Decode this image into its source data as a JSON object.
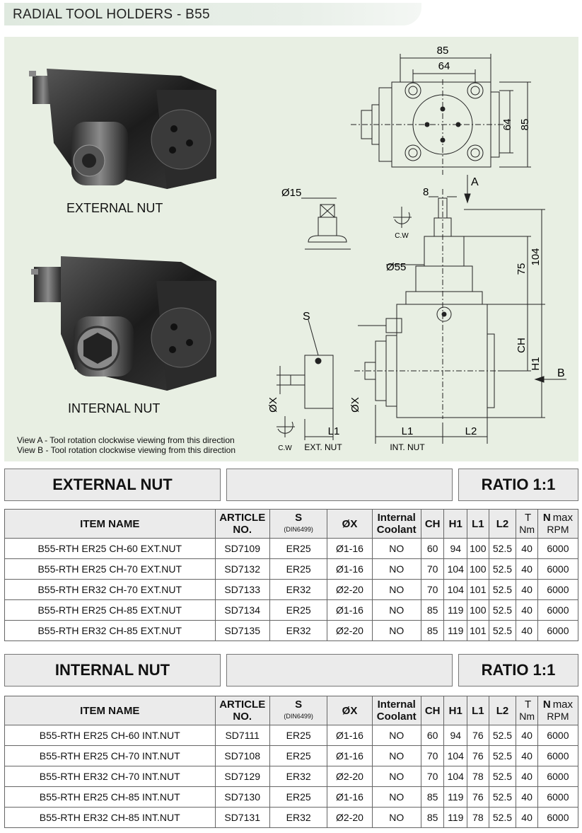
{
  "header": {
    "title": "RADIAL TOOL HOLDERS - B55"
  },
  "figure": {
    "caption_external": "EXTERNAL NUT",
    "caption_internal": "INTERNAL NUT",
    "note_view_a": "View A - Tool rotation clockwise viewing from this direction",
    "note_view_b": "View B - Tool rotation clockwise viewing from this direction",
    "dims": {
      "d85_top": "85",
      "d64_top": "64",
      "d64_side": "64",
      "d85_side": "85",
      "d15": "Ø15",
      "d8": "8",
      "view_a": "A",
      "cw1": "C.W",
      "d55": "Ø55",
      "d75": "75",
      "d104": "104",
      "s": "S",
      "ch": "CH",
      "h1": "H1",
      "view_b": "B",
      "ox1": "ØX",
      "ox2": "ØX",
      "l1_ext": "L1",
      "l1_int": "L1",
      "l2": "L2",
      "cw2": "C.W",
      "ext_nut": "EXT. NUT",
      "int_nut": "INT. NUT"
    }
  },
  "tables": [
    {
      "section_label": "EXTERNAL NUT",
      "ratio_label": "RATIO 1:1",
      "headers": {
        "item": "ITEM NAME",
        "article_1": "ARTICLE",
        "article_2": "NO.",
        "s": "S",
        "s_sub": "(DIN6499)",
        "ox": "ØX",
        "coolant_1": "Internal",
        "coolant_2": "Coolant",
        "ch": "CH",
        "h1": "H1",
        "l1": "L1",
        "l2": "L2",
        "t": "T",
        "t_sub": "Nm",
        "n": "N",
        "n_max": "max",
        "n_sub": "RPM"
      },
      "rows": [
        [
          "B55-RTH ER25 CH-60 EXT.NUT",
          "SD7109",
          "ER25",
          "Ø1-16",
          "NO",
          "60",
          "94",
          "100",
          "52.5",
          "40",
          "6000"
        ],
        [
          "B55-RTH ER25 CH-70 EXT.NUT",
          "SD7132",
          "ER25",
          "Ø1-16",
          "NO",
          "70",
          "104",
          "100",
          "52.5",
          "40",
          "6000"
        ],
        [
          "B55-RTH ER32 CH-70 EXT.NUT",
          "SD7133",
          "ER32",
          "Ø2-20",
          "NO",
          "70",
          "104",
          "101",
          "52.5",
          "40",
          "6000"
        ],
        [
          "B55-RTH ER25 CH-85 EXT.NUT",
          "SD7134",
          "ER25",
          "Ø1-16",
          "NO",
          "85",
          "119",
          "100",
          "52.5",
          "40",
          "6000"
        ],
        [
          "B55-RTH ER32 CH-85 EXT.NUT",
          "SD7135",
          "ER32",
          "Ø2-20",
          "NO",
          "85",
          "119",
          "101",
          "52.5",
          "40",
          "6000"
        ]
      ]
    },
    {
      "section_label": "INTERNAL NUT",
      "ratio_label": "RATIO 1:1",
      "headers": {
        "item": "ITEM NAME",
        "article_1": "ARTICLE",
        "article_2": "NO.",
        "s": "S",
        "s_sub": "(DIN6499)",
        "ox": "ØX",
        "coolant_1": "Internal",
        "coolant_2": "Coolant",
        "ch": "CH",
        "h1": "H1",
        "l1": "L1",
        "l2": "L2",
        "t": "T",
        "t_sub": "Nm",
        "n": "N",
        "n_max": "max",
        "n_sub": "RPM"
      },
      "rows": [
        [
          "B55-RTH ER25 CH-60 INT.NUT",
          "SD7111",
          "ER25",
          "Ø1-16",
          "NO",
          "60",
          "94",
          "76",
          "52.5",
          "40",
          "6000"
        ],
        [
          "B55-RTH ER25 CH-70 INT.NUT",
          "SD7108",
          "ER25",
          "Ø1-16",
          "NO",
          "70",
          "104",
          "76",
          "52.5",
          "40",
          "6000"
        ],
        [
          "B55-RTH ER32 CH-70 INT.NUT",
          "SD7129",
          "ER32",
          "Ø2-20",
          "NO",
          "70",
          "104",
          "78",
          "52.5",
          "40",
          "6000"
        ],
        [
          "B55-RTH ER25 CH-85 INT.NUT",
          "SD7130",
          "ER25",
          "Ø1-16",
          "NO",
          "85",
          "119",
          "76",
          "52.5",
          "40",
          "6000"
        ],
        [
          "B55-RTH ER32 CH-85 INT.NUT",
          "SD7131",
          "ER32",
          "Ø2-20",
          "NO",
          "85",
          "119",
          "78",
          "52.5",
          "40",
          "6000"
        ]
      ]
    }
  ]
}
